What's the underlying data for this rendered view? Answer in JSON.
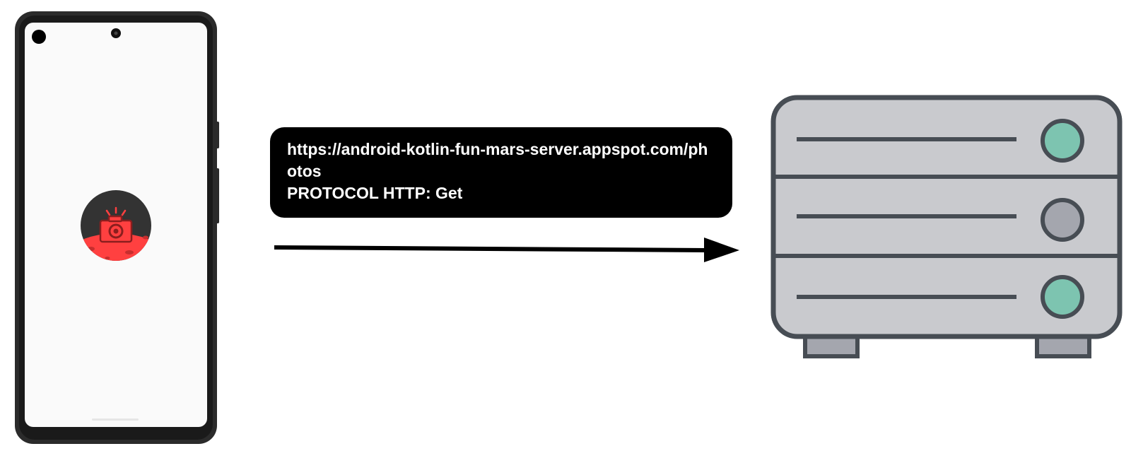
{
  "request": {
    "url": "https://android-kotlin-fun-mars-server.appspot.com/photos",
    "protocol_line": "PROTOCOL HTTP: Get"
  },
  "colors": {
    "phone_frame": "#2b2b2b",
    "phone_screen": "#fafafa",
    "app_icon_planet": "#ff4040",
    "app_icon_sky": "#333333",
    "label_background": "#000000",
    "label_text": "#ffffff",
    "arrow": "#000000",
    "server_body": "#c9cace",
    "server_outline": "#474d54",
    "server_led_green": "#7dc4b0",
    "server_led_gray": "#a4a6ae"
  },
  "icons": {
    "phone": "android-phone-icon",
    "app": "mars-camera-app-icon",
    "server": "server-rack-icon",
    "arrow": "right-arrow"
  }
}
